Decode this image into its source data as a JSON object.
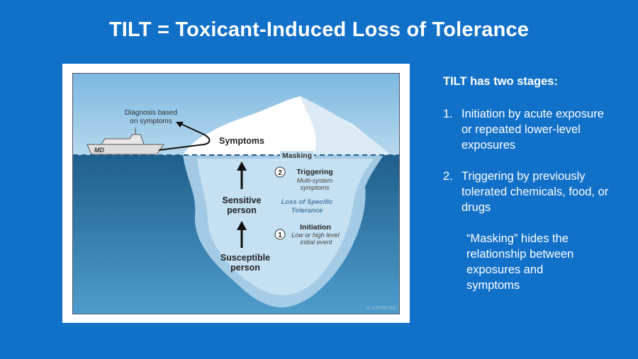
{
  "title": "TILT = Toxicant-Induced Loss of Tolerance",
  "diagram": {
    "diagnosis": [
      "Diagnosis based",
      "on symptoms"
    ],
    "ship_label": "MD",
    "symptoms": "Symptoms",
    "masking": "Masking",
    "sensitive": [
      "Sensitive",
      "person"
    ],
    "susceptible": [
      "Susceptible",
      "person"
    ],
    "triggering": {
      "num": "2",
      "title": "Triggering",
      "sub": [
        "Multi-system",
        "symptoms"
      ]
    },
    "loss": [
      "Loss of Specific",
      "Tolerance"
    ],
    "initiation": {
      "num": "1",
      "title": "Initiation",
      "sub": [
        "Low or high level",
        "initial event"
      ]
    },
    "copyright": "© UTHSCSA"
  },
  "side": {
    "heading": "TILT has two stages:",
    "items": [
      {
        "num": "1.",
        "text": "Initiation by acute exposure or repeated lower-level exposures"
      },
      {
        "num": "2.",
        "text": "Triggering by previously tolerated chemicals, food, or drugs"
      }
    ],
    "note": "“Masking” hides the relationship between exposures and symptoms"
  },
  "colors": {
    "background": "#1170c8",
    "sky": "#8cc3e6",
    "water": "#2a6f9e"
  }
}
